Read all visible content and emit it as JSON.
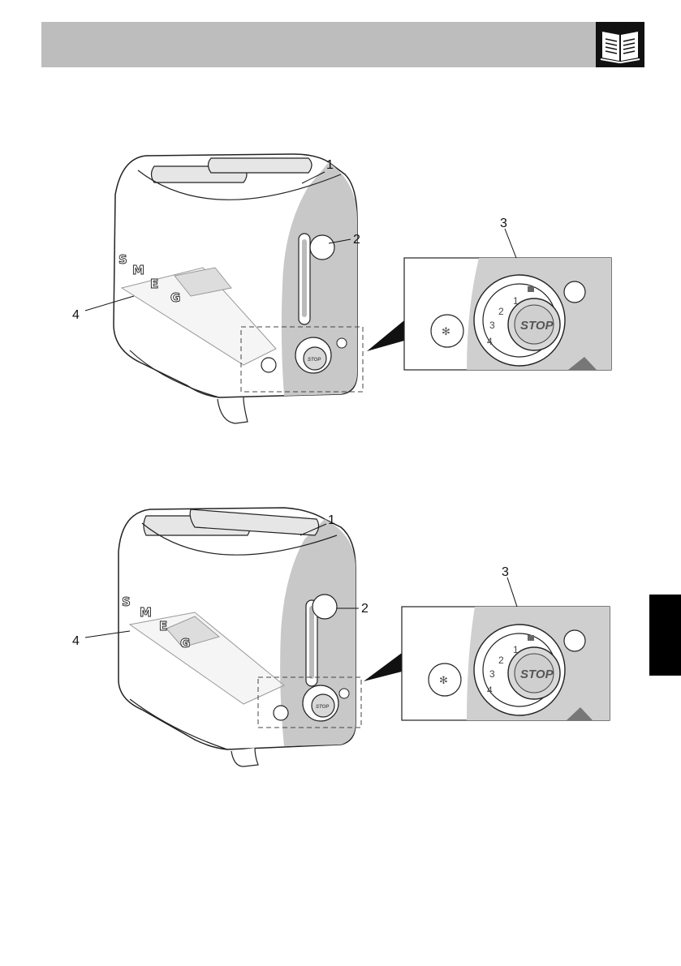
{
  "header": {
    "icon": "book-icon"
  },
  "side_tab": {
    "color": "#000000"
  },
  "figures": [
    {
      "callouts": {
        "c1": "1",
        "c2": "2",
        "c3": "3",
        "c4": "4"
      },
      "logo": [
        "S",
        "M",
        "E",
        "G"
      ],
      "stop_label": "STOP",
      "dial_numbers": {
        "n1": "1",
        "n2": "2",
        "n3": "3",
        "n4": "4"
      }
    },
    {
      "callouts": {
        "c1": "1",
        "c2": "2",
        "c3": "3",
        "c4": "4"
      },
      "logo": [
        "S",
        "M",
        "E",
        "G"
      ],
      "stop_label": "STOP",
      "dial_numbers": {
        "n1": "1",
        "n2": "2",
        "n3": "3",
        "n4": "4"
      }
    }
  ]
}
